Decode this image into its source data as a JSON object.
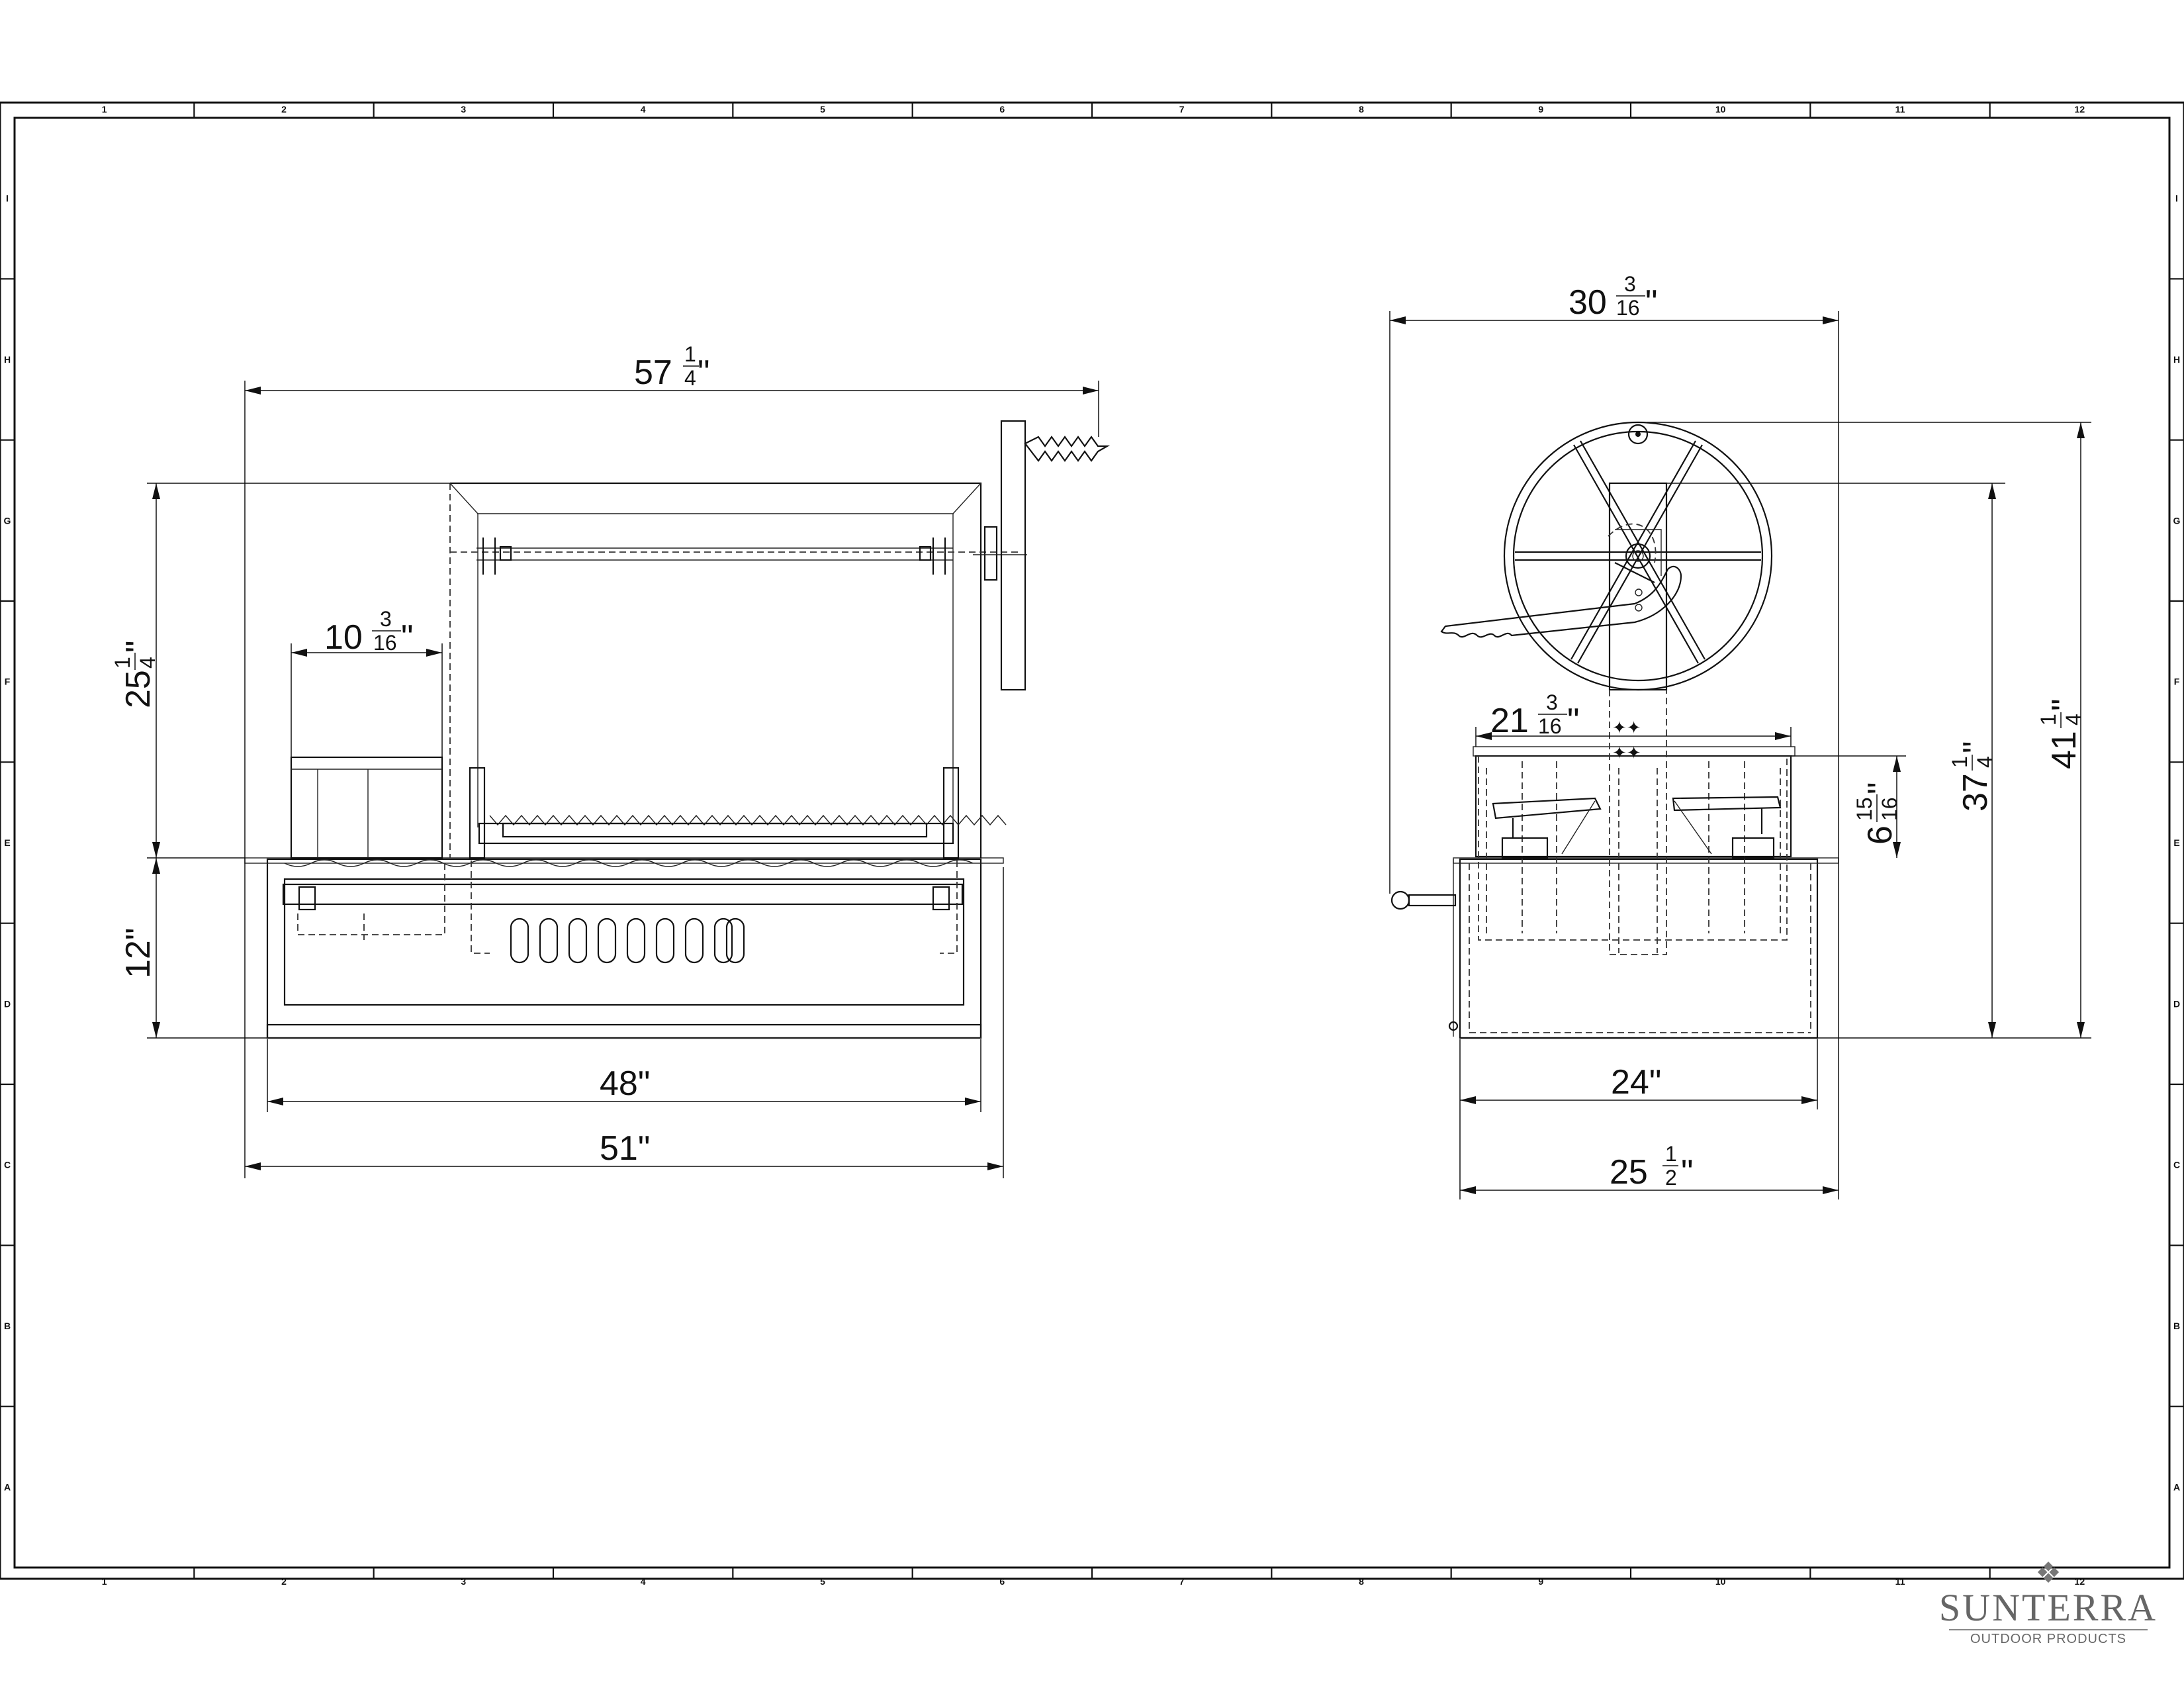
{
  "drawing": {
    "column_labels": [
      "1",
      "2",
      "3",
      "4",
      "5",
      "6",
      "7",
      "8",
      "9",
      "10",
      "11",
      "12"
    ],
    "row_labels": [
      "I",
      "H",
      "G",
      "F",
      "E",
      "D",
      "C",
      "B",
      "A"
    ],
    "front_view": {
      "overall_width": "57",
      "overall_width_frac": [
        "1",
        "4"
      ],
      "hood_height": "25",
      "hood_height_frac": [
        "1",
        "4"
      ],
      "box_width": "10",
      "box_width_frac": [
        "3",
        "16"
      ],
      "base_height": "12\"",
      "inner_width": "48\"",
      "outer_width": "51\""
    },
    "side_view": {
      "wheel_width": "30",
      "wheel_width_frac": [
        "3",
        "16"
      ],
      "grill_width": "21",
      "grill_width_frac": [
        "3",
        "16"
      ],
      "grill_height": "6",
      "grill_height_frac": [
        "15",
        "16"
      ],
      "height_mid": "37",
      "height_mid_frac": [
        "1",
        "4"
      ],
      "height_total": "41",
      "height_total_frac": [
        "1",
        "4"
      ],
      "depth_inner": "24\"",
      "depth_outer": "25",
      "depth_outer_frac": [
        "1",
        "2"
      ]
    }
  },
  "logo": {
    "brand": "SUNTERRA",
    "tagline": "OUTDOOR PRODUCTS",
    "icon": "flame-icon"
  }
}
